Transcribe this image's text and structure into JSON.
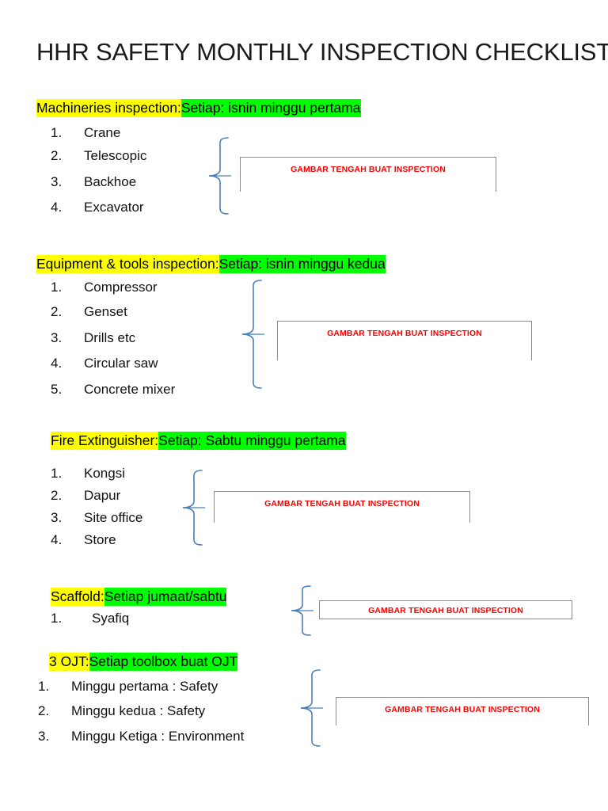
{
  "document": {
    "title": "HHR SAFETY MONTHLY INSPECTION CHECKLIST:",
    "placeholder_label": "GAMBAR TENGAH BUAT INSPECTION",
    "colors": {
      "highlight_yellow": "#FFFF00",
      "highlight_green": "#00FF00",
      "placeholder_text": "#FF0000",
      "brace": "#4A7EBB",
      "box_border": "#8A8A8A"
    }
  },
  "sections": [
    {
      "name": "machineries",
      "title": "Machineries inspection:",
      "schedule": "Setiap: isnin minggu pertama",
      "items": [
        "Crane",
        "Telescopic",
        "Backhoe",
        "Excavator"
      ]
    },
    {
      "name": "equipment-tools",
      "title": "Equipment & tools inspection:",
      "schedule": "Setiap: isnin minggu kedua",
      "items": [
        "Compressor",
        "Genset",
        "Drills etc",
        "Circular saw",
        "Concrete mixer"
      ]
    },
    {
      "name": "fire-extinguisher",
      "title": "Fire Extinguisher:",
      "schedule": "Setiap: Sabtu minggu pertama",
      "items": [
        "Kongsi",
        "Dapur",
        "Site office",
        "Store"
      ]
    },
    {
      "name": "scaffold",
      "title": "Scaffold:",
      "schedule": "Setiap jumaat/sabtu",
      "items": [
        "Syafiq"
      ]
    },
    {
      "name": "ojt",
      "title": "3 OJT:",
      "schedule": "Setiap toolbox buat OJT",
      "items": [
        "Minggu pertama : Safety",
        "Minggu kedua : Safety",
        "Minggu Ketiga : Environment"
      ]
    }
  ]
}
